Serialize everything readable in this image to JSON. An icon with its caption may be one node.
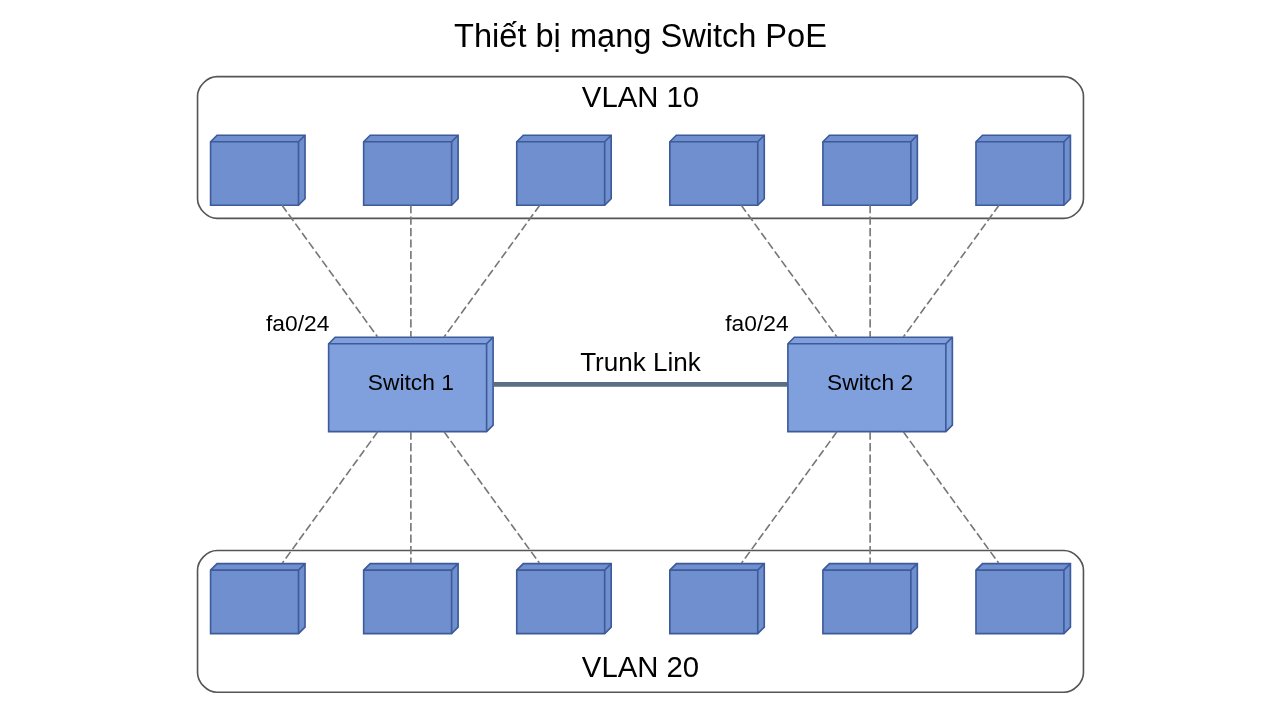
{
  "diagram": {
    "title": "Thiết bị mạng Switch PoE",
    "nodes": [
      {
        "text": [
          "VLAN 10"
        ]
      },
      {
        "text": [],
        "shape": "picture",
        "in": 0
      },
      {
        "text": [],
        "shape": "picture",
        "in": 0
      },
      {
        "text": [],
        "shape": "picture",
        "in": 0
      },
      {
        "text": [],
        "shape": "picture",
        "in": 0
      },
      {
        "text": [],
        "shape": "picture",
        "in": 0
      },
      {
        "text": [],
        "shape": "picture",
        "in": 0
      },
      {
        "text": [
          "Switch 1"
        ],
        "beside": [
          "fa0/24"
        ]
      },
      {
        "text": [
          "Switch 2"
        ],
        "beside": [
          "fa0/24"
        ]
      },
      {
        "text": [
          "VLAN 20"
        ]
      },
      {
        "text": [],
        "shape": "picture",
        "in": 9
      },
      {
        "text": [],
        "shape": "picture",
        "in": 9
      },
      {
        "text": [],
        "shape": "picture",
        "in": 9
      },
      {
        "text": [],
        "shape": "picture",
        "in": 9
      },
      {
        "text": [],
        "shape": "picture",
        "in": 9
      },
      {
        "text": [],
        "shape": "picture",
        "in": 9
      }
    ],
    "edges": [
      {
        "from": 7,
        "to": 8,
        "arrow": "none",
        "label": "Trunk Link",
        "style": "thick"
      },
      {
        "from": 7,
        "to": 1,
        "arrow": "none",
        "style": "dashed"
      },
      {
        "from": 7,
        "to": 2,
        "arrow": "none",
        "style": "dashed"
      },
      {
        "from": 7,
        "to": 3,
        "arrow": "none",
        "style": "dashed"
      },
      {
        "from": 8,
        "to": 4,
        "arrow": "none",
        "style": "dashed"
      },
      {
        "from": 8,
        "to": 5,
        "arrow": "none",
        "style": "dashed"
      },
      {
        "from": 8,
        "to": 6,
        "arrow": "none",
        "style": "dashed"
      },
      {
        "from": 7,
        "to": 10,
        "arrow": "none",
        "style": "dashed"
      },
      {
        "from": 7,
        "to": 11,
        "arrow": "none",
        "style": "dashed"
      },
      {
        "from": 7,
        "to": 12,
        "arrow": "none",
        "style": "dashed"
      },
      {
        "from": 8,
        "to": 13,
        "arrow": "none",
        "style": "dashed"
      },
      {
        "from": 8,
        "to": 14,
        "arrow": "none",
        "style": "dashed"
      },
      {
        "from": 8,
        "to": 15,
        "arrow": "none",
        "style": "dashed"
      }
    ]
  }
}
